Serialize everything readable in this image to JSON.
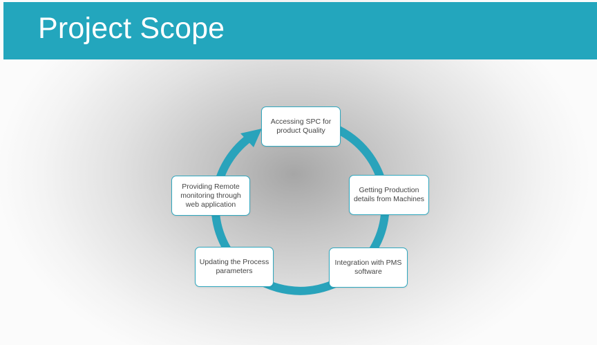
{
  "title": "Project Scope",
  "colors": {
    "accent": "#23a6bd",
    "cycle": "#29a3bb",
    "node_border": "#2fa7be",
    "node_text": "#444444"
  },
  "cycle_steps": [
    {
      "label": "Accessing SPC for product Quality"
    },
    {
      "label": "Getting Production details from Machines"
    },
    {
      "label": "Integration with PMS software"
    },
    {
      "label": "Updating the Process parameters"
    },
    {
      "label": "Providing Remote monitoring through web application"
    }
  ]
}
